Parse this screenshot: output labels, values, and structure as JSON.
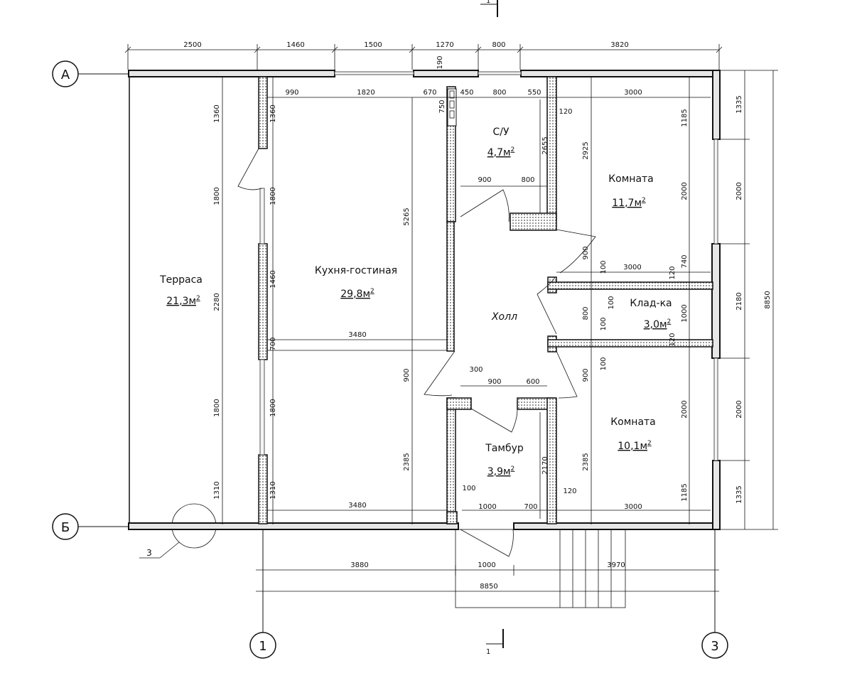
{
  "rooms": {
    "terrace": {
      "name": "Терраса",
      "area": "21,3м",
      "sup": "2"
    },
    "kitchen": {
      "name": "Кухня-гостиная",
      "area": "29,8м",
      "sup": "2"
    },
    "bath": {
      "name": "С/У",
      "area": "4,7м",
      "sup": "2"
    },
    "room1": {
      "name": "Комната",
      "area": "11,7м",
      "sup": "2"
    },
    "hall": {
      "name": "Холл"
    },
    "storage": {
      "name": "Клад-ка",
      "area": "3,0м",
      "sup": "2"
    },
    "room2": {
      "name": "Комната",
      "area": "10,1м",
      "sup": "2"
    },
    "vestibule": {
      "name": "Тамбур",
      "area": "3,9м",
      "sup": "2"
    }
  },
  "axes": {
    "a": "А",
    "b": "Б",
    "one": "1",
    "three": "3",
    "node": "3"
  },
  "section_mark": "1",
  "dims": {
    "top": [
      "2500",
      "1460",
      "1500",
      "1270",
      "800",
      "3820"
    ],
    "top_190": "190",
    "inner_top": [
      "990",
      "1820",
      "670",
      "450",
      "800",
      "550",
      "3000"
    ],
    "left_outer": [
      "1360",
      "1800",
      "2280",
      "1800",
      "1310"
    ],
    "left_inner": [
      "1360",
      "1800",
      "1460",
      "700",
      "1800",
      "1310"
    ],
    "right_outer": [
      "1335",
      "2000",
      "2180",
      "2000",
      "1335"
    ],
    "right_total": "8850",
    "right_inner": [
      "1185",
      "2000",
      "740",
      "1000",
      "2000",
      "1185"
    ],
    "kitchen_height": "5265",
    "kitchen_low": [
      "900",
      "2385"
    ],
    "kitchen_mid": "3480",
    "kitchen_bottom": "3480",
    "small_750": "750",
    "bath_h": "2655",
    "bath_doors": [
      "900",
      "800"
    ],
    "room1_h": "2925",
    "right_900_top": "900",
    "storage_w": "3000",
    "storage_h": "800",
    "hundreds": [
      "100",
      "100",
      "100",
      "100"
    ],
    "tiny_120": [
      "120",
      "120",
      "120"
    ],
    "hall_doors": [
      "300",
      "900",
      "600"
    ],
    "right_900_bottom": "900",
    "room2_h": "2385",
    "vest_h": "2170",
    "bottom_inner": [
      "100",
      "1000",
      "700",
      "120",
      "3000"
    ],
    "bottom_outer": [
      "3880",
      "1000",
      "3970"
    ],
    "bottom_total": "8850"
  }
}
